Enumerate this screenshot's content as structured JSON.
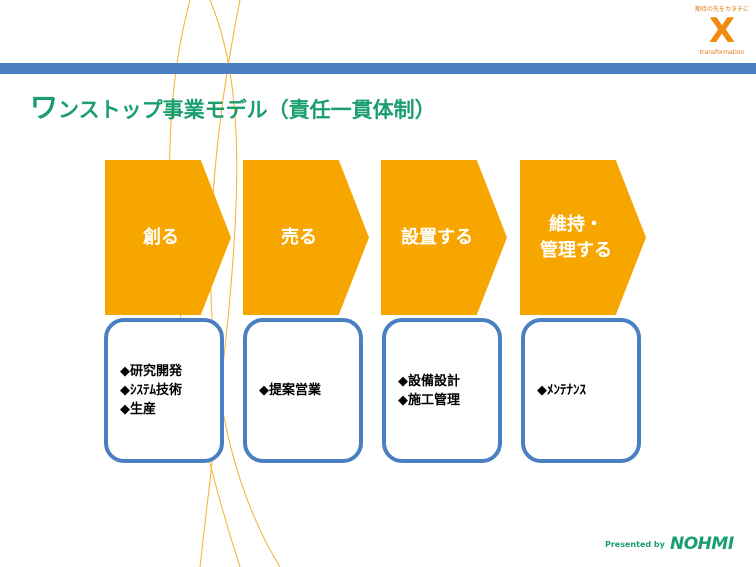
{
  "logo": {
    "tagline": "期待の先をカタチに",
    "mark": "X",
    "sub": "transformation"
  },
  "title": {
    "first": "ワ",
    "rest": "ンストップ事業モデル（責任一貫体制）"
  },
  "steps": [
    {
      "label": "創る",
      "items": [
        "◆研究開発",
        "◆ｼｽﾃﾑ技術",
        "◆生産"
      ]
    },
    {
      "label": "売る",
      "items": [
        "◆提案営業"
      ]
    },
    {
      "label": "設置する",
      "items": [
        "◆設備設計",
        "◆施工管理"
      ]
    },
    {
      "label": "維持・\n管理する",
      "items": [
        "◆ﾒﾝﾃﾅﾝｽ"
      ]
    }
  ],
  "footer": {
    "presented": "Presented by",
    "brand": "NOHMI"
  },
  "colors": {
    "accent": "#f7a600",
    "blue": "#4a7fc1",
    "green": "#1a9e6e"
  }
}
